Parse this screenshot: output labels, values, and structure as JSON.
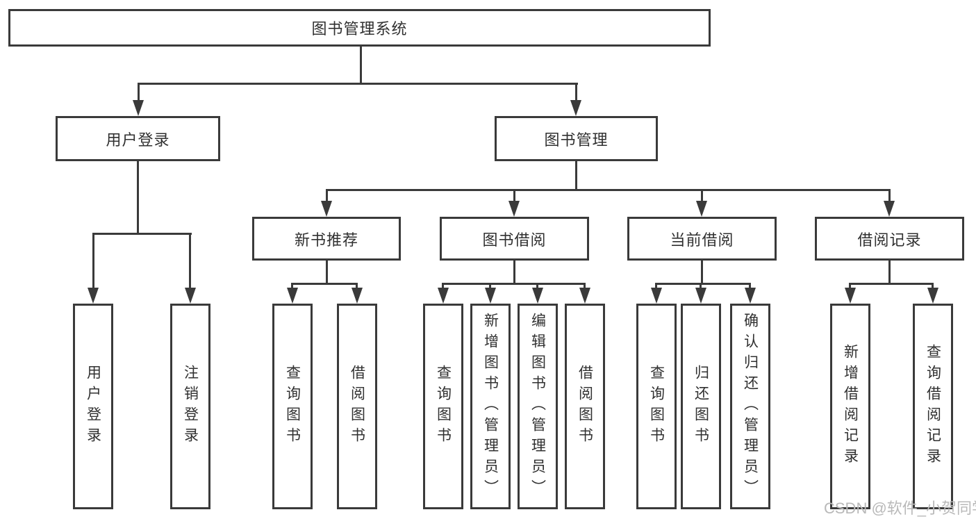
{
  "diagram": {
    "type": "tree",
    "root": {
      "label": "图书管理系统"
    },
    "branches": [
      {
        "label": "用户登录",
        "children": [
          {
            "label": "用户登录"
          },
          {
            "label": "注销登录"
          }
        ]
      },
      {
        "label": "图书管理",
        "children": [
          {
            "label": "新书推荐",
            "children": [
              {
                "label": "查询图书"
              },
              {
                "label": "借阅图书"
              }
            ]
          },
          {
            "label": "图书借阅",
            "children": [
              {
                "label": "查询图书"
              },
              {
                "label": "新增图书（管理员）"
              },
              {
                "label": "编辑图书（管理员）"
              },
              {
                "label": "借阅图书"
              }
            ]
          },
          {
            "label": "当前借阅",
            "children": [
              {
                "label": "查询图书"
              },
              {
                "label": "归还图书"
              },
              {
                "label": "确认归还（管理员）"
              }
            ]
          },
          {
            "label": "借阅记录",
            "children": [
              {
                "label": "新增借阅记录"
              },
              {
                "label": "查询借阅记录"
              }
            ]
          }
        ]
      }
    ]
  },
  "watermark": {
    "text": "CSDN @软件_小贺同学"
  },
  "colors": {
    "line": "#3a3a3a",
    "text": "#303030",
    "background": "#ffffff",
    "watermark": "#b9b9b9"
  }
}
